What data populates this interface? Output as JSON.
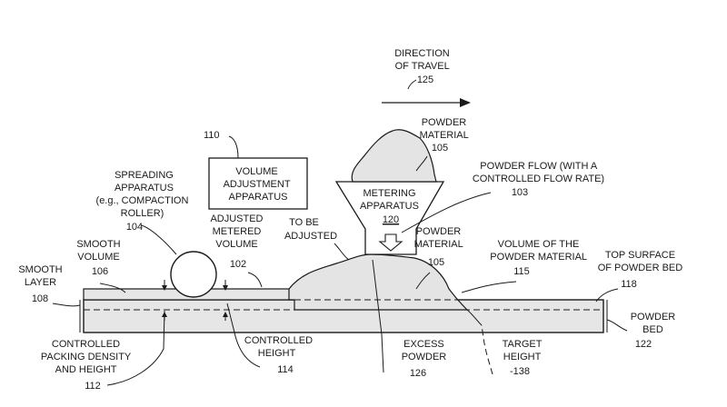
{
  "labels": {
    "direction": [
      "DIRECTION",
      "OF TRAVEL",
      "125"
    ],
    "powder_top": [
      "POWDER",
      "MATERIAL",
      "105"
    ],
    "flow": [
      "POWDER FLOW (WITH A",
      "CONTROLLED FLOW RATE)",
      "103"
    ],
    "vol_adj_num": [
      "110"
    ],
    "vol_adj_box": [
      "VOLUME",
      "ADJUSTMENT",
      "APPARATUS"
    ],
    "metering": [
      "METERING",
      "APPARATUS",
      "120"
    ],
    "spreading": [
      "SPREADING",
      "APPARATUS",
      "(e.g., COMPACTION",
      "ROLLER)",
      "104"
    ],
    "adjusted": [
      "ADJUSTED",
      "METERED",
      "VOLUME",
      "102"
    ],
    "to_be": [
      "TO BE",
      "ADJUSTED"
    ],
    "powder_mid": [
      "POWDER",
      "MATERIAL",
      "105"
    ],
    "vol_powder": [
      "VOLUME OF THE",
      "POWDER MATERIAL",
      "115"
    ],
    "top_surface": [
      "TOP SURFACE",
      "OF POWDER BED",
      "118"
    ],
    "smooth_vol": [
      "SMOOTH",
      "VOLUME",
      "106"
    ],
    "smooth_layer": [
      "SMOOTH",
      "LAYER",
      "108"
    ],
    "powder_bed": [
      "POWDER",
      "BED",
      "122"
    ],
    "packing": [
      "CONTROLLED",
      "PACKING DENSITY",
      "AND HEIGHT",
      "112"
    ],
    "ctrl_height": [
      "CONTROLLED",
      "HEIGHT",
      "114"
    ],
    "excess": [
      "EXCESS",
      "POWDER",
      "126"
    ],
    "target": [
      "TARGET",
      "HEIGHT",
      "-138"
    ]
  }
}
